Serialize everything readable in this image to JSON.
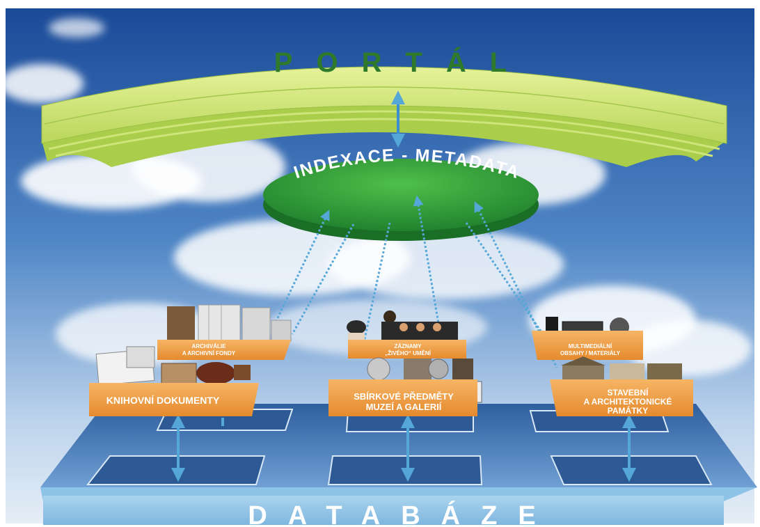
{
  "portal": {
    "title": "PORTÁL"
  },
  "indexace": {
    "title": "INDEXACE - METADATA"
  },
  "database": {
    "title": "DATABÁZE"
  },
  "boxes": {
    "archivalie": {
      "line1": "ARCHIVÁLIE",
      "line2": "A ARCHIVNÍ FONDY"
    },
    "knihovni": {
      "line1": "KNIHOVNÍ DOKUMENTY"
    },
    "zaznamy": {
      "line1": "ZÁZNAMY",
      "line2": "„ŽIVÉHO“ UMĚNÍ"
    },
    "sbirkove": {
      "line1": "SBÍRKOVÉ PŘEDMĚTY",
      "line2": "MUZEÍ A GALERIÍ"
    },
    "multimedialni": {
      "line1": "MULTIMEDIÁLNÍ",
      "line2": "OBSAHY / MATERIÁLY"
    },
    "stavebni": {
      "line1": "STAVEBNÍ",
      "line2": "A ARCHITEKTONICKÉ",
      "line3": "PAMÁTKY"
    }
  },
  "colors": {
    "portal": "#c8e06a",
    "indexace": "#2f9e3a",
    "box": "#f0a04a",
    "database": "#5b8dc9",
    "arrow": "#55a7d8",
    "sky_top": "#1d4d9a",
    "sky_bottom": "#e4eef8"
  }
}
